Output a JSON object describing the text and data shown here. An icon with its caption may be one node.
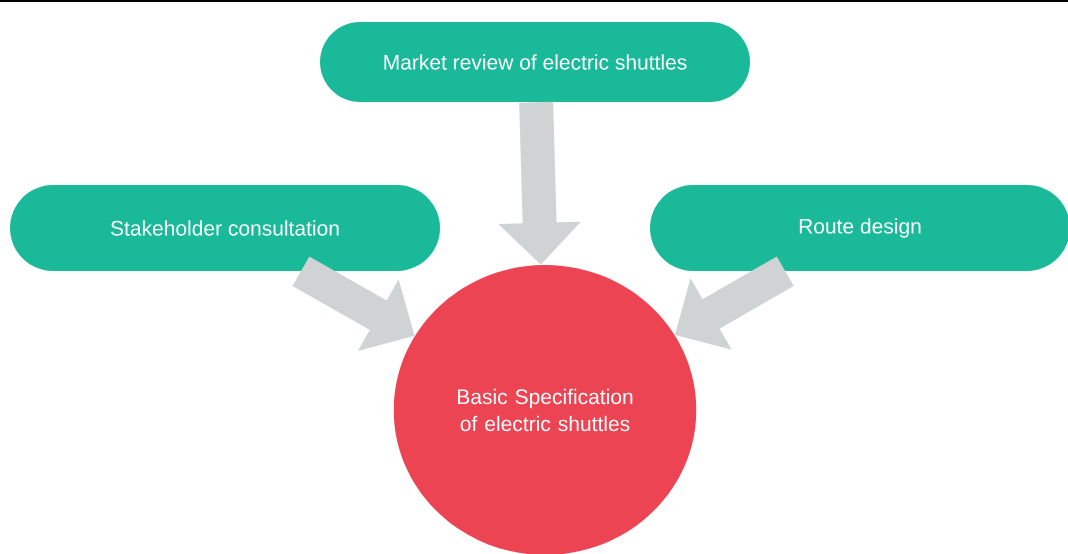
{
  "diagram": {
    "nodes": [
      {
        "text": [
          "Market review of electric shuttles"
        ]
      },
      {
        "text": [
          "Stakeholder consultation"
        ]
      },
      {
        "text": [
          "Route design"
        ]
      },
      {
        "text": [
          "Basic Specification of electric shuttles"
        ]
      }
    ],
    "edges": [
      {
        "from": 0,
        "to": 3,
        "arrow": "to"
      },
      {
        "from": 1,
        "to": 3,
        "arrow": "to"
      },
      {
        "from": 2,
        "to": 3,
        "arrow": "to"
      }
    ]
  }
}
